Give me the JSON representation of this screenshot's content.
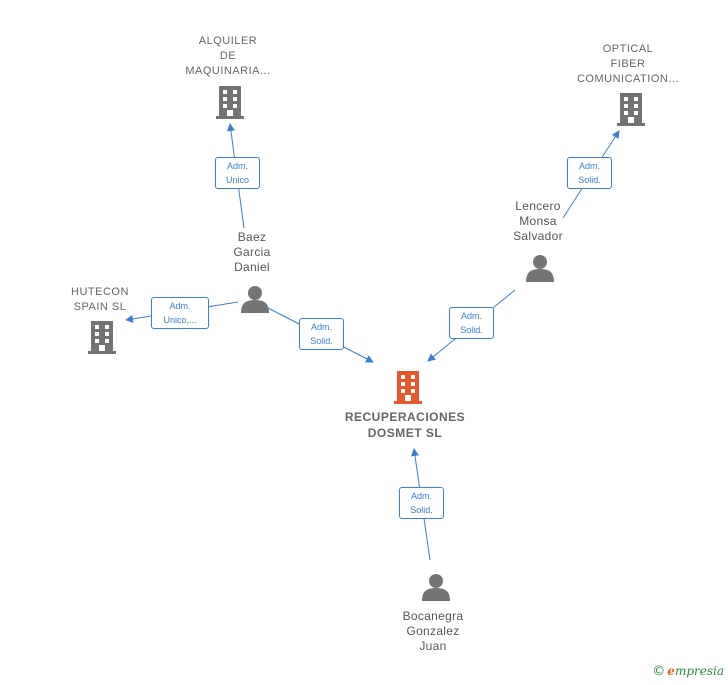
{
  "colors": {
    "edge": "#3b7fd1",
    "company": "#737373",
    "main": "#e8572b",
    "person": "#757575"
  },
  "nodes": {
    "alquiler": {
      "lines": [
        "ALQUILER",
        "DE",
        "MAQUINARIA..."
      ],
      "icon": "building-icon"
    },
    "optical": {
      "lines": [
        "OPTICAL",
        "FIBER",
        "COMUNICATION..."
      ],
      "icon": "building-icon"
    },
    "hutecon": {
      "lines": [
        "HUTECON",
        "SPAIN  SL"
      ],
      "icon": "building-icon"
    },
    "main": {
      "lines": [
        "RECUPERACIONES",
        "DOSMET  SL"
      ],
      "icon": "building-icon"
    },
    "baez": {
      "lines": [
        "Baez",
        "Garcia",
        "Daniel"
      ],
      "icon": "person-icon"
    },
    "lencero": {
      "lines": [
        "Lencero",
        "Monsa",
        "Salvador"
      ],
      "icon": "person-icon"
    },
    "bocanegra": {
      "lines": [
        "Bocanegra",
        "Gonzalez",
        "Juan"
      ],
      "icon": "person-icon"
    }
  },
  "edges": {
    "baez_alquiler": [
      "Adm.",
      "Unico"
    ],
    "baez_hutecon": [
      "Adm.",
      "Unico,..."
    ],
    "baez_main": [
      "Adm.",
      "Solid."
    ],
    "lencero_optical": [
      "Adm.",
      "Solid."
    ],
    "lencero_main": [
      "Adm.",
      "Solid."
    ],
    "bocanegra_main": [
      "Adm.",
      "Solid."
    ]
  },
  "brand": {
    "symbol": "©",
    "initial": "e",
    "rest": "mpresia"
  }
}
